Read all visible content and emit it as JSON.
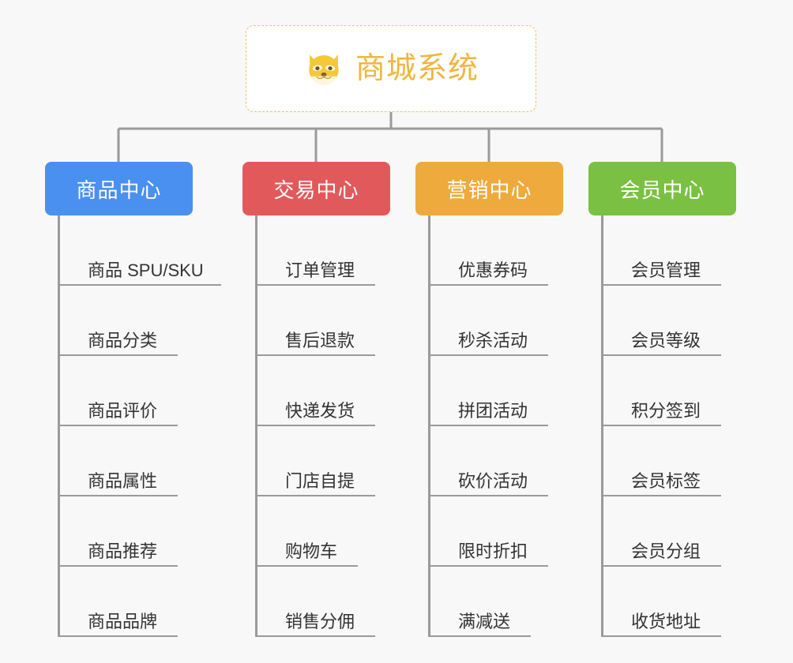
{
  "root": {
    "title": "商城系统",
    "icon": "shiba-dog-icon",
    "border_color": "#f0c060",
    "text_color": "#f2b53c",
    "background": "#ffffff"
  },
  "canvas": {
    "background": "#f8f8f8",
    "connector_color": "#9a9a9a"
  },
  "branches": [
    {
      "label": "商品中心",
      "color": "#4a90f0",
      "items": [
        {
          "label": "商品 SPU/SKU",
          "rule_width": 207
        },
        {
          "label": "商品分类",
          "rule_width": 152
        },
        {
          "label": "商品评价",
          "rule_width": 152
        },
        {
          "label": "商品属性",
          "rule_width": 152
        },
        {
          "label": "商品推荐",
          "rule_width": 152
        },
        {
          "label": "商品品牌",
          "rule_width": 152
        }
      ]
    },
    {
      "label": "交易中心",
      "color": "#e2595c",
      "items": [
        {
          "label": "订单管理",
          "rule_width": 152
        },
        {
          "label": "售后退款",
          "rule_width": 152
        },
        {
          "label": "快递发货",
          "rule_width": 152
        },
        {
          "label": "门店自提",
          "rule_width": 152
        },
        {
          "label": "购物车",
          "rule_width": 130
        },
        {
          "label": "销售分佣",
          "rule_width": 152
        }
      ]
    },
    {
      "label": "营销中心",
      "color": "#eeaa3c",
      "items": [
        {
          "label": "优惠券码",
          "rule_width": 152
        },
        {
          "label": "秒杀活动",
          "rule_width": 152
        },
        {
          "label": "拼团活动",
          "rule_width": 152
        },
        {
          "label": "砍价活动",
          "rule_width": 152
        },
        {
          "label": "限时折扣",
          "rule_width": 152
        },
        {
          "label": "满减送",
          "rule_width": 130
        }
      ]
    },
    {
      "label": "会员中心",
      "color": "#7ac143",
      "items": [
        {
          "label": "会员管理",
          "rule_width": 152
        },
        {
          "label": "会员等级",
          "rule_width": 152
        },
        {
          "label": "积分签到",
          "rule_width": 152
        },
        {
          "label": "会员标签",
          "rule_width": 152
        },
        {
          "label": "会员分组",
          "rule_width": 152
        },
        {
          "label": "收货地址",
          "rule_width": 152
        }
      ]
    }
  ]
}
